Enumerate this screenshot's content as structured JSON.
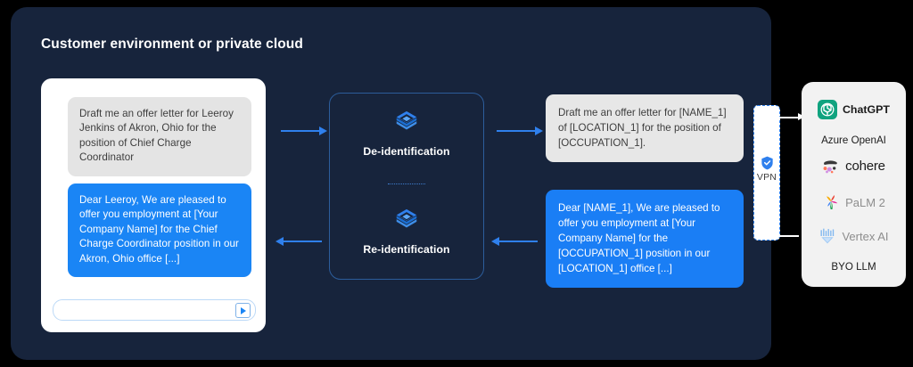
{
  "environment": {
    "title": "Customer environment or private cloud"
  },
  "chat": {
    "user_message": "Draft me an offer letter for Leeroy Jenkins of Akron, Ohio for the position of Chief Charge Coordinator",
    "assistant_message": "Dear Leeroy, We are pleased to offer you employment at [Your Company Name] for the Chief Charge Coordinator position in our Akron, Ohio office [...]",
    "input_value": "",
    "input_placeholder": "",
    "send_icon": "send-triangle-icon"
  },
  "process": {
    "deidentification_label": "De-identification",
    "reidentification_label": "Re-identification",
    "icon": "layers-stack-icon"
  },
  "deidentified": {
    "prompt": "Draft me an offer letter for [NAME_1] of [LOCATION_1] for the position of [OCCUPATION_1].",
    "reply": "Dear [NAME_1], We are pleased to offer you employment at [Your Company Name] for the [OCCUPATION_1] position in our [LOCATION_1] office [...]"
  },
  "vpn": {
    "label": "VPN",
    "icon": "shield-check-icon"
  },
  "llm_panel": {
    "items": [
      {
        "label": "ChatGPT",
        "icon": "openai-icon"
      },
      {
        "label": "Azure OpenAI",
        "icon": ""
      },
      {
        "label": "cohere",
        "icon": "cohere-icon"
      },
      {
        "label": "PaLM 2",
        "icon": "palm-pinwheel-icon"
      },
      {
        "label": "Vertex AI",
        "icon": "vertex-ai-icon"
      },
      {
        "label": "BYO LLM",
        "icon": ""
      }
    ]
  },
  "colors": {
    "panel_background": "#17243c",
    "accent_blue": "#2f80ed",
    "bubble_blue": "#1a85f5",
    "bubble_grey": "#e4e4e4",
    "llm_panel_background": "#f2f2f2"
  }
}
